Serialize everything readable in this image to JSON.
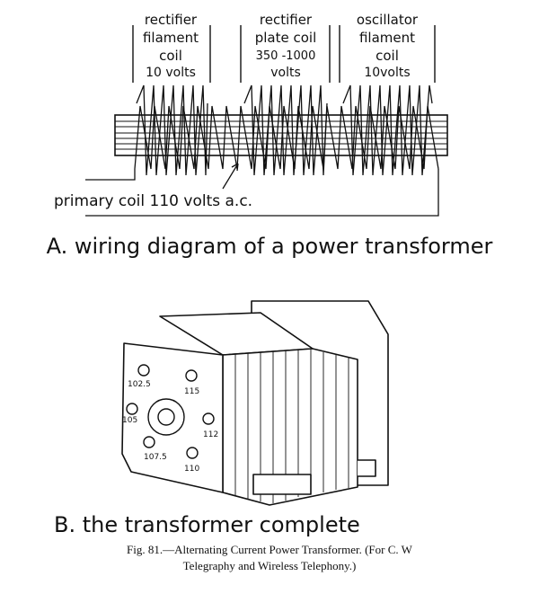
{
  "diagram_a": {
    "coil_labels": [
      {
        "lines": [
          "rectifier",
          "filament",
          "coil",
          "10 volts"
        ]
      },
      {
        "lines": [
          "rectifier",
          "plate coil",
          "350 -1000",
          "volts"
        ]
      },
      {
        "lines": [
          "oscillator",
          "filament",
          "coil",
          "10volts"
        ]
      }
    ],
    "primary_label": "primary coil 110 volts a.c.",
    "title": "A. wiring diagram of a power transformer"
  },
  "diagram_b": {
    "tap_labels": [
      "102.5",
      "105",
      "107.5",
      "110",
      "112",
      "115"
    ],
    "title": "B. the transformer complete"
  },
  "caption": {
    "line1": "Fig. 81.—Alternating Current Power Transformer.  (For C. W",
    "line2": "Telegraphy and Wireless Telephony.)"
  }
}
